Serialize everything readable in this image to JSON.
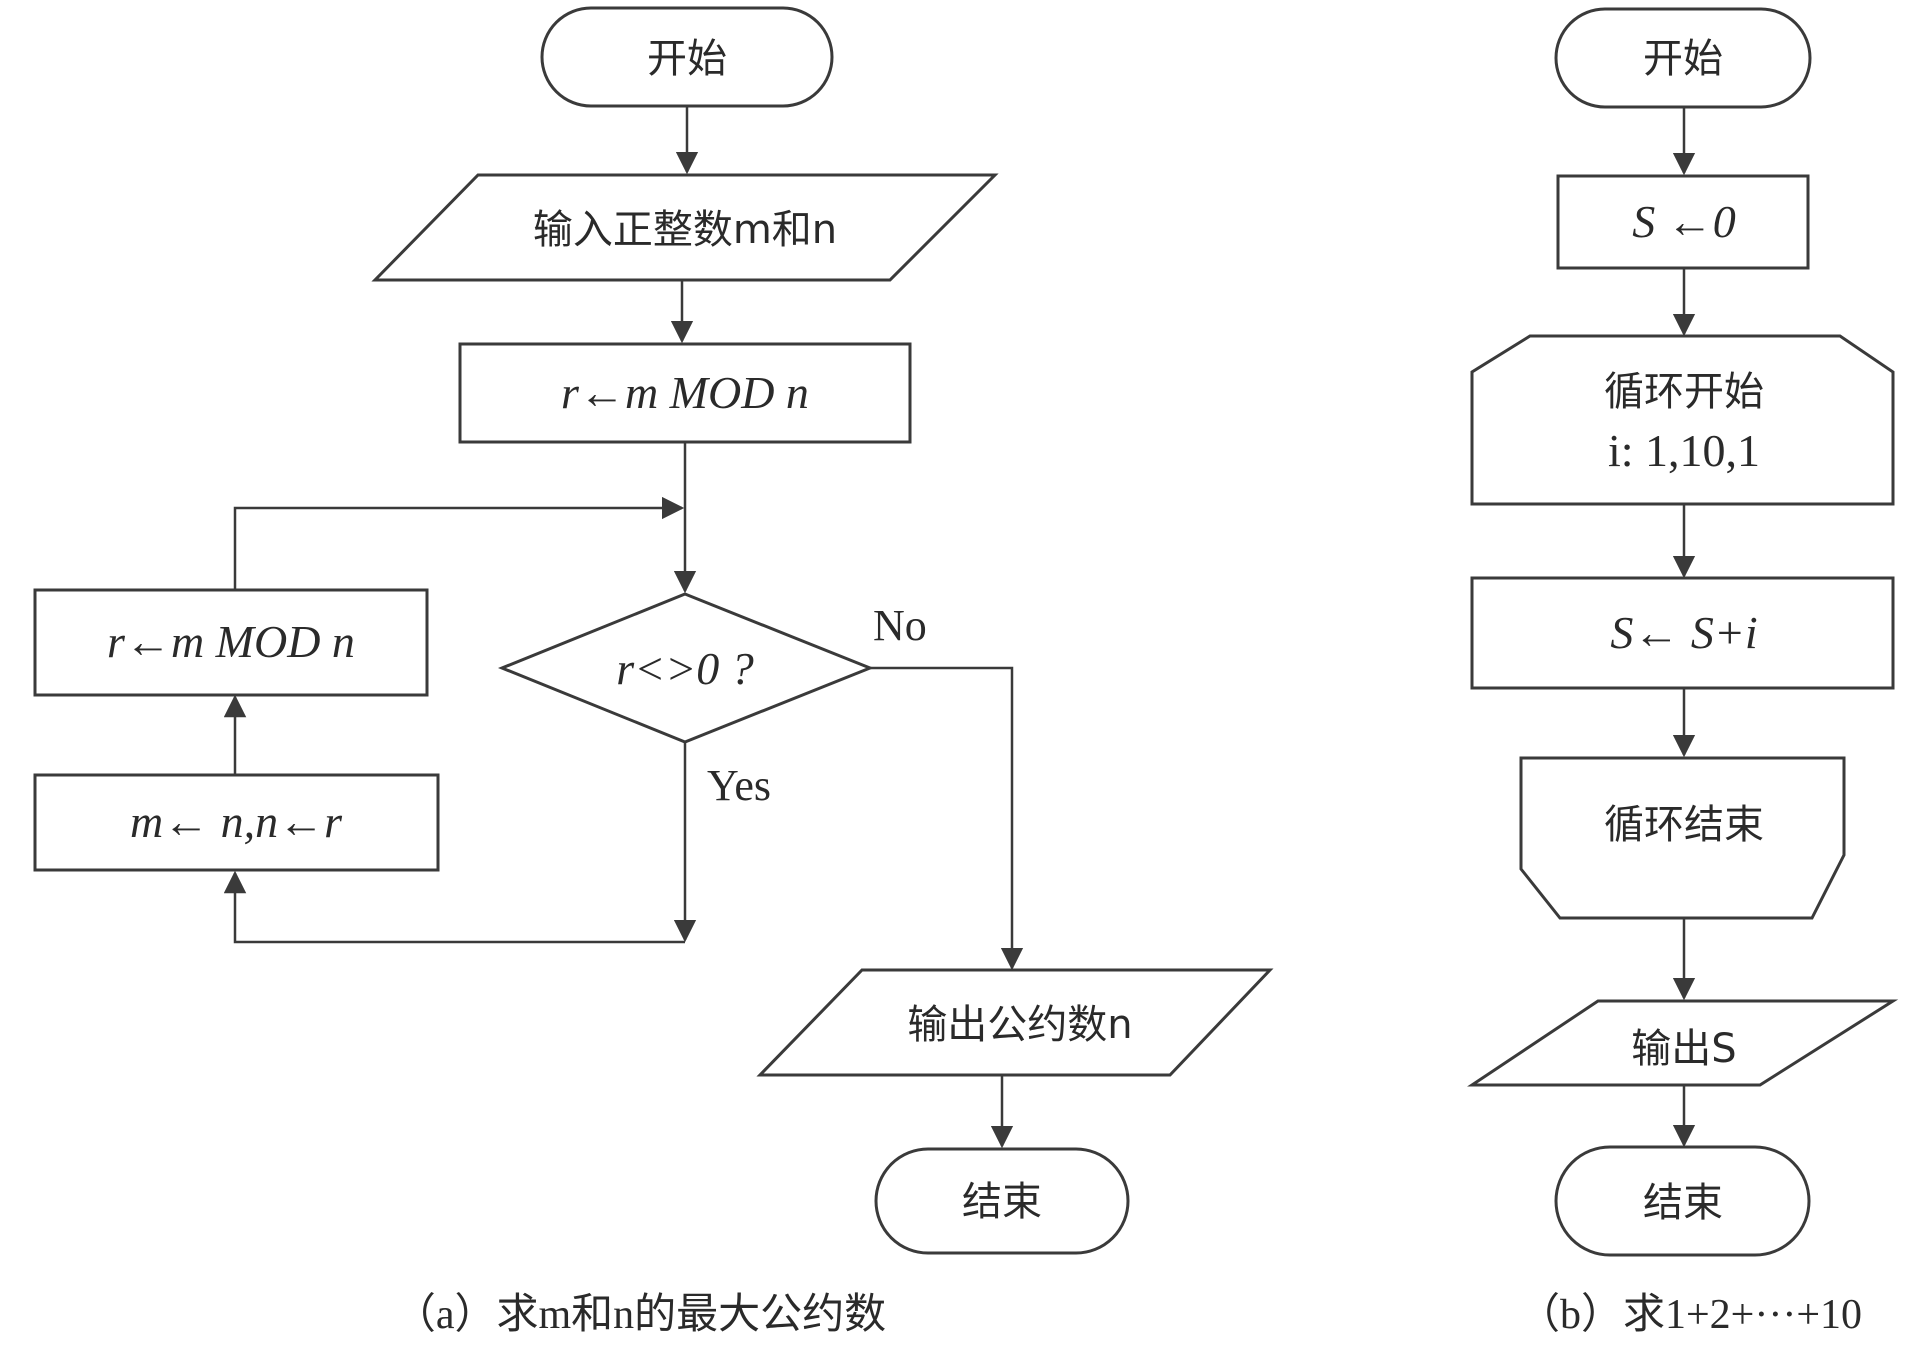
{
  "diagram_a": {
    "caption": "（a）求m和n的最大公约数",
    "start": "开始",
    "input": "输入正整数m和n",
    "process_initial": "r←m MOD n",
    "decision": "r<>0 ?",
    "decision_yes": "Yes",
    "decision_no": "No",
    "loop_assign": "m← n,n←r",
    "loop_mod": "r←m MOD n",
    "output": "输出公约数n",
    "end": "结束"
  },
  "diagram_b": {
    "caption": "（b）求1+2+···+10",
    "start": "开始",
    "init": "S ←0",
    "loop_start_title": "循环开始",
    "loop_start_range": "i: 1,10,1",
    "body": "S← S+i",
    "loop_end": "循环结束",
    "output": "输出S",
    "end": "结束"
  }
}
